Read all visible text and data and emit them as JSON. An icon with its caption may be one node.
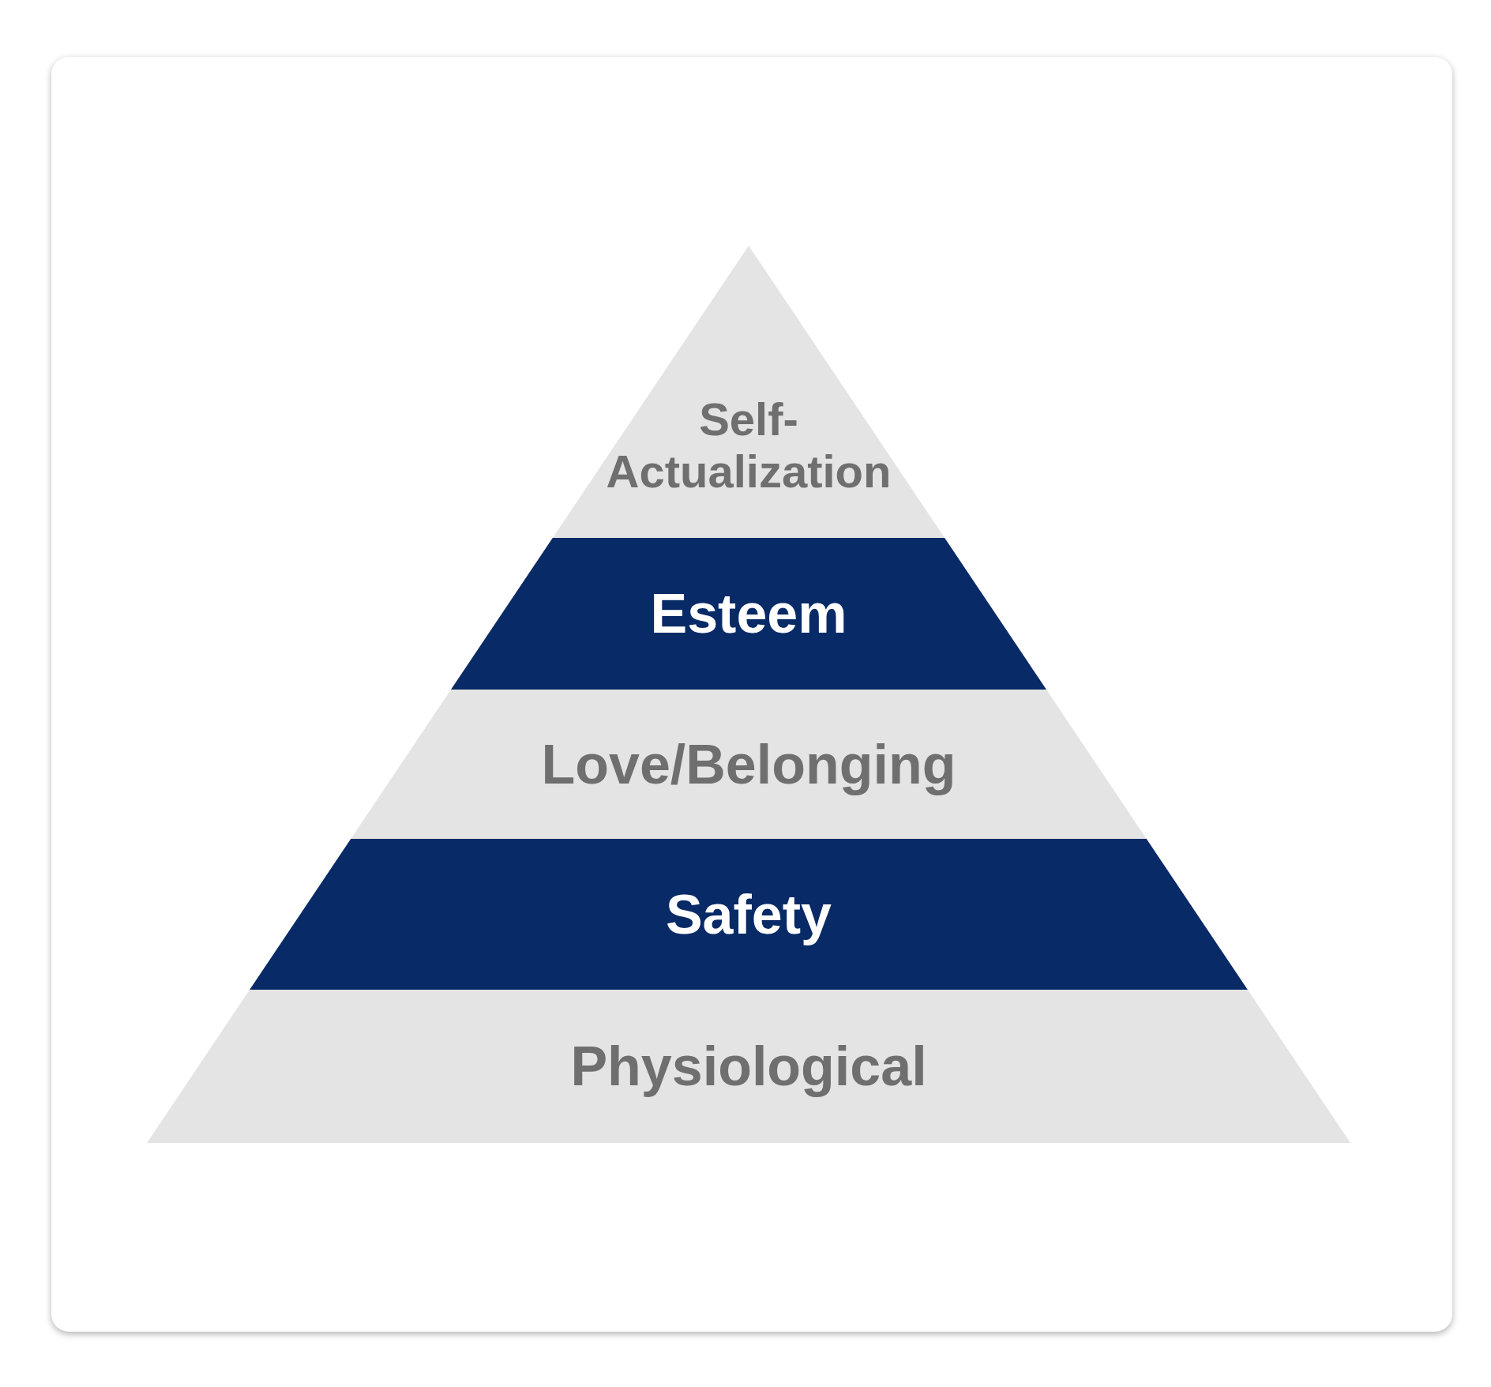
{
  "diagram": {
    "nodes": [
      {
        "text": [
          "Self-Actualization"
        ]
      },
      {
        "text": [
          "Esteem"
        ]
      },
      {
        "text": [
          "Love/Belonging"
        ]
      },
      {
        "text": [
          "Safety"
        ]
      },
      {
        "text": [
          "Physiological"
        ]
      }
    ]
  }
}
